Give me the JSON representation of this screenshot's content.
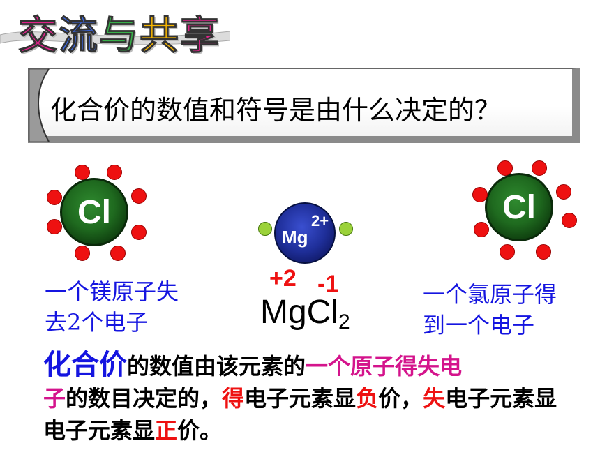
{
  "slide_title": [
    "交",
    "流",
    "与",
    "共",
    "享"
  ],
  "question": "化合价的数值和符号是由什么决定的？",
  "atoms": {
    "left_symbol": "Cl",
    "right_symbol": "Cl",
    "center_symbol": "Mg",
    "center_charge": "2+"
  },
  "left_caption": [
    "一个镁原子失",
    "去2个电子"
  ],
  "right_caption": [
    "一个氯原子得",
    "到一个电子"
  ],
  "charges": {
    "mg": "+2",
    "cl": "-1"
  },
  "formula": {
    "main": "MgCl",
    "subscript": "2"
  },
  "explanation": {
    "s1": "化合价",
    "s2": "的数值由该元素的",
    "s3": "一个原子得失电",
    "s4": "子",
    "s5": "的数目决定的，",
    "s6": "得",
    "s7": "电子元素显",
    "s8": "负",
    "s9": "价，",
    "s10": "失",
    "s11": "电子元素显",
    "s12": "正",
    "s13": "价。"
  },
  "colors": {
    "blue": "#1515e0",
    "red": "#ee1111",
    "magenta": "#d4148c"
  }
}
